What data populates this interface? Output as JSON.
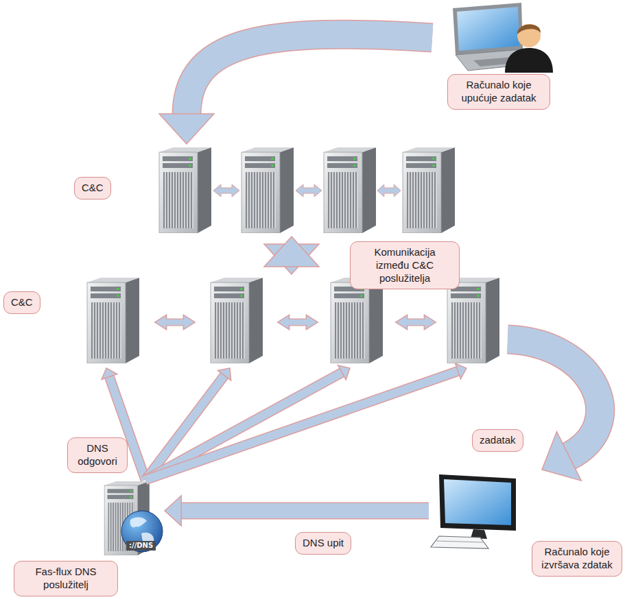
{
  "diagram": {
    "nodes": [
      {
        "text": [
          "Računalo koje upućuje zadatak"
        ]
      },
      {
        "text": [
          "C&C"
        ]
      },
      {
        "text": [
          "C&C"
        ]
      },
      {
        "text": [
          "Računalo koje izvršava zdatak"
        ]
      },
      {
        "text": [
          "Fas-flux DNS poslužitelj"
        ]
      }
    ],
    "edges": [
      {
        "from": 0,
        "to": 1,
        "arrow": "to"
      },
      {
        "from": 1,
        "to": 2,
        "arrow": "both",
        "label": "Komunikacija između C&C poslužitelja"
      },
      {
        "from": 2,
        "to": 3,
        "arrow": "to",
        "label": "zadatak"
      },
      {
        "from": 3,
        "to": 4,
        "arrow": "to",
        "label": "DNS upit"
      },
      {
        "from": 4,
        "to": 2,
        "arrow": "to",
        "label": "DNS odgovori"
      }
    ],
    "labels": [
      "://DNS"
    ]
  }
}
